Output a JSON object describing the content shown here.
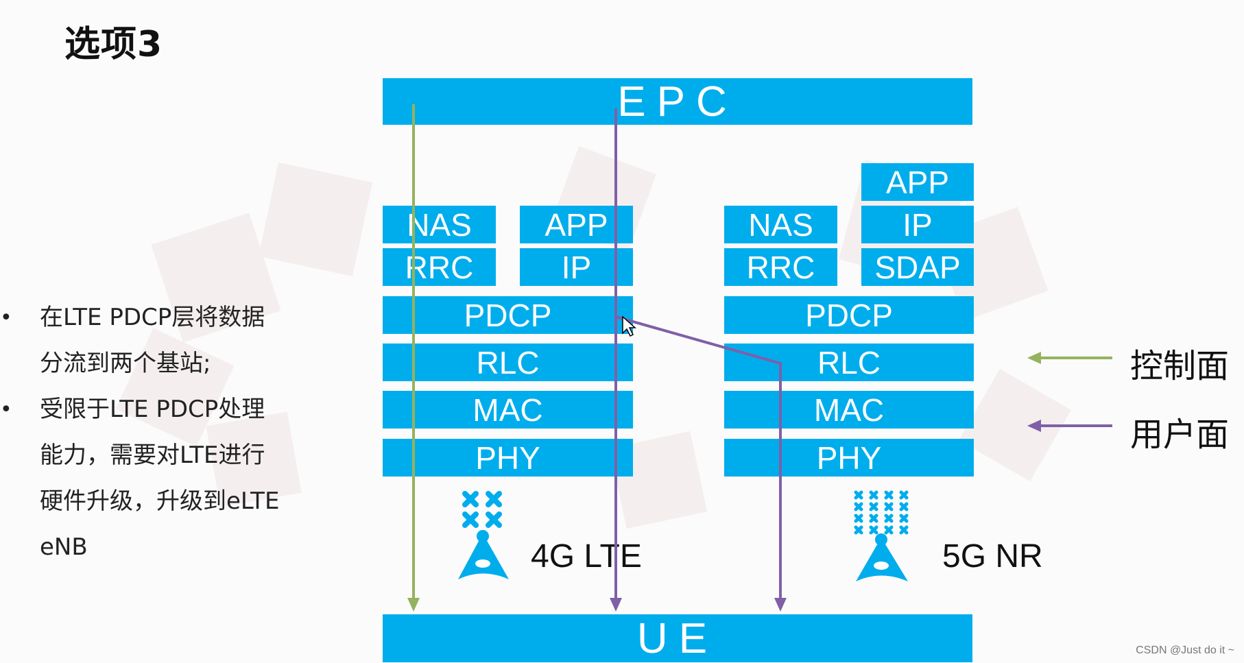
{
  "title": "选项3",
  "bullets": [
    {
      "line1": "在LTE PDCP层将数据",
      "line2": "分流到两个基站;"
    },
    {
      "line1": "受限于LTE PDCP处理",
      "line2": "能力，需要对LTE进行",
      "line3": "硬件升级，升级到eLTE",
      "line4": "eNB"
    }
  ],
  "epc": "EPC",
  "ue": "UE",
  "lte_stack": {
    "nas": "NAS",
    "rrc": "RRC",
    "app": "APP",
    "ip": "IP",
    "pdcp": "PDCP",
    "rlc": "RLC",
    "mac": "MAC",
    "phy": "PHY",
    "label": "4G LTE"
  },
  "nr_stack": {
    "nas": "NAS",
    "rrc": "RRC",
    "app": "APP",
    "ip": "IP",
    "sdap": "SDAP",
    "pdcp": "PDCP",
    "rlc": "RLC",
    "mac": "MAC",
    "phy": "PHY",
    "label": "5G NR"
  },
  "legend": {
    "control_plane": "控制面",
    "user_plane": "用户面"
  },
  "colors": {
    "box": "#00adec",
    "control_plane": "#95b25e",
    "user_plane": "#7f5fa8"
  },
  "watermark": "CSDN @Just do it ~"
}
